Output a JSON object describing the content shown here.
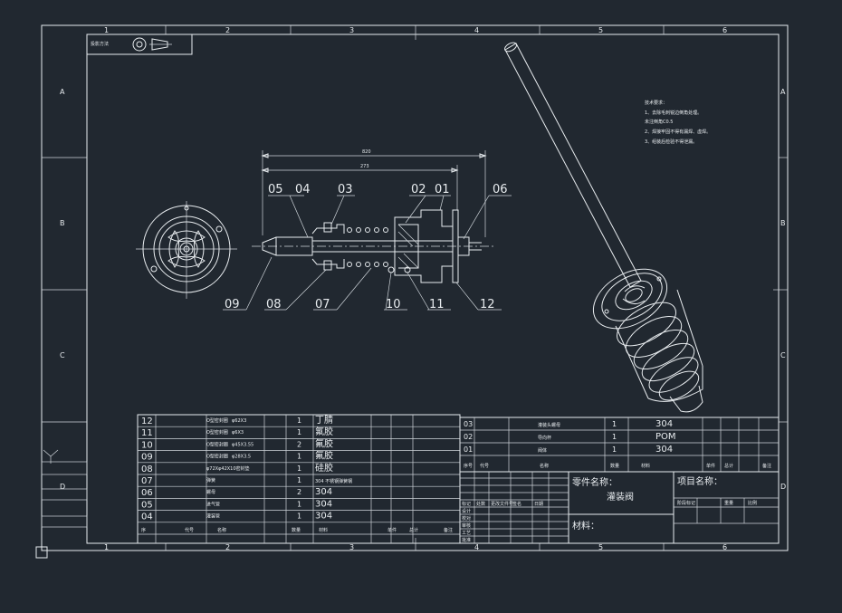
{
  "colors": {
    "background": "#212830",
    "line": "#e8ecef"
  },
  "grid": {
    "cols_top": [
      "1",
      "2",
      "3",
      "4",
      "5",
      "6"
    ],
    "cols_bottom": [
      "1",
      "2",
      "3",
      "4",
      "5",
      "6"
    ],
    "rows_left": [
      "A",
      "B",
      "C",
      "D"
    ],
    "rows_right": [
      "A",
      "B",
      "C",
      "D"
    ]
  },
  "corner_label": "投影方法",
  "dims": {
    "overall": "820",
    "inner": "273"
  },
  "callouts": {
    "top": [
      "05",
      "04",
      "03",
      "02",
      "01",
      "06"
    ],
    "bottom": [
      "09",
      "08",
      "07",
      "10",
      "11",
      "12"
    ]
  },
  "tech_req": {
    "title": "技术要求：",
    "lines": [
      "1、去除毛刺锐边倒角处理。",
      "未注倒角C0.5",
      "2、焊接牢固不得有漏焊、虚焊。",
      "3、组装后检验不得泄漏。"
    ]
  },
  "bom_left": [
    {
      "no": "12",
      "name": "O型密封圈",
      "spec": "φ62X3",
      "qty": "1",
      "mat": "丁腈"
    },
    {
      "no": "11",
      "name": "O型密封圈",
      "spec": "φ6X3",
      "qty": "1",
      "mat": "氟胶"
    },
    {
      "no": "10",
      "name": "O型密封圈",
      "spec": "φ45X3.55",
      "qty": "2",
      "mat": "氟胶"
    },
    {
      "no": "09",
      "name": "O型密封圈",
      "spec": "φ28X3.5",
      "qty": "1",
      "mat": "氟胶"
    },
    {
      "no": "08",
      "name": "φ72Xφ42X10密封垫",
      "spec": "",
      "qty": "1",
      "mat": "硅胶"
    },
    {
      "no": "07",
      "name": "弹簧",
      "spec": "",
      "qty": "1",
      "mat": "304  不锈钢弹簧钢"
    },
    {
      "no": "06",
      "name": "螺母",
      "spec": "",
      "qty": "2",
      "mat": "304"
    },
    {
      "no": "05",
      "name": "进气管",
      "spec": "",
      "qty": "1",
      "mat": "304"
    },
    {
      "no": "04",
      "name": "灌装管",
      "spec": "",
      "qty": "1",
      "mat": "304"
    }
  ],
  "bom_right": [
    {
      "no": "03",
      "name": "灌装头螺母",
      "qty": "1",
      "mat": "304"
    },
    {
      "no": "02",
      "name": "导向杯",
      "qty": "1",
      "mat": "POM"
    },
    {
      "no": "01",
      "name": "阀体",
      "qty": "1",
      "mat": "304"
    }
  ],
  "bom_header_left": [
    "序",
    "代号",
    "名称",
    "数量",
    "材料",
    "单件",
    "总计",
    "备注"
  ],
  "bom_header_right": [
    "序号",
    "代号",
    "名称",
    "数量",
    "材料",
    "单件",
    "总计",
    "备注"
  ],
  "title_block": {
    "part_name_label": "零件名称：",
    "part_name": "灌装阀",
    "project_label": "项目名称：",
    "material_label": "材料：",
    "sign_rows": [
      "设计",
      "校对",
      "审核",
      "工艺",
      "批准"
    ],
    "sign_cols": [
      "标记",
      "处数",
      "更改文件号",
      "签名",
      "日期"
    ],
    "stage_labels": [
      "阶段标记",
      "重量",
      "比例"
    ]
  }
}
